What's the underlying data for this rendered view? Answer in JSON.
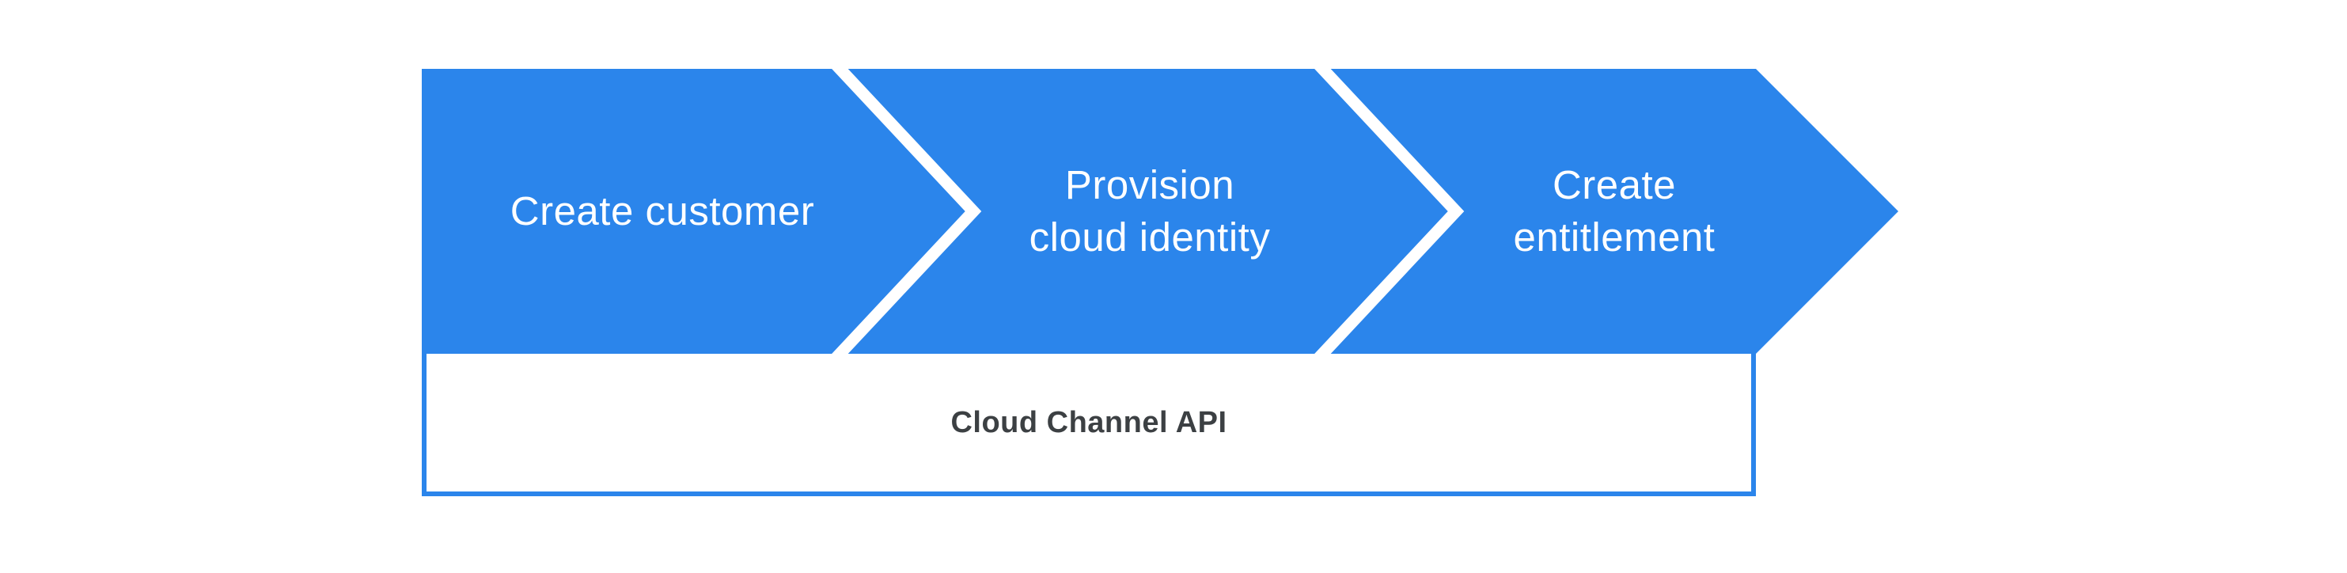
{
  "process": {
    "steps": [
      {
        "lines": [
          "Create customer"
        ]
      },
      {
        "lines": [
          "Provision",
          "cloud identity"
        ]
      },
      {
        "lines": [
          "Create",
          "entitlement"
        ]
      }
    ],
    "api_label": "Cloud Channel API"
  },
  "colors": {
    "arrow_blue": "#2B85EB",
    "separator_white": "#FFFFFF",
    "step_text": "#FFFFFF",
    "api_box_border": "#2B85EB",
    "api_box_bg": "#FFFFFF",
    "api_text": "#3C4043",
    "page_bg": "#FFFFFF"
  }
}
